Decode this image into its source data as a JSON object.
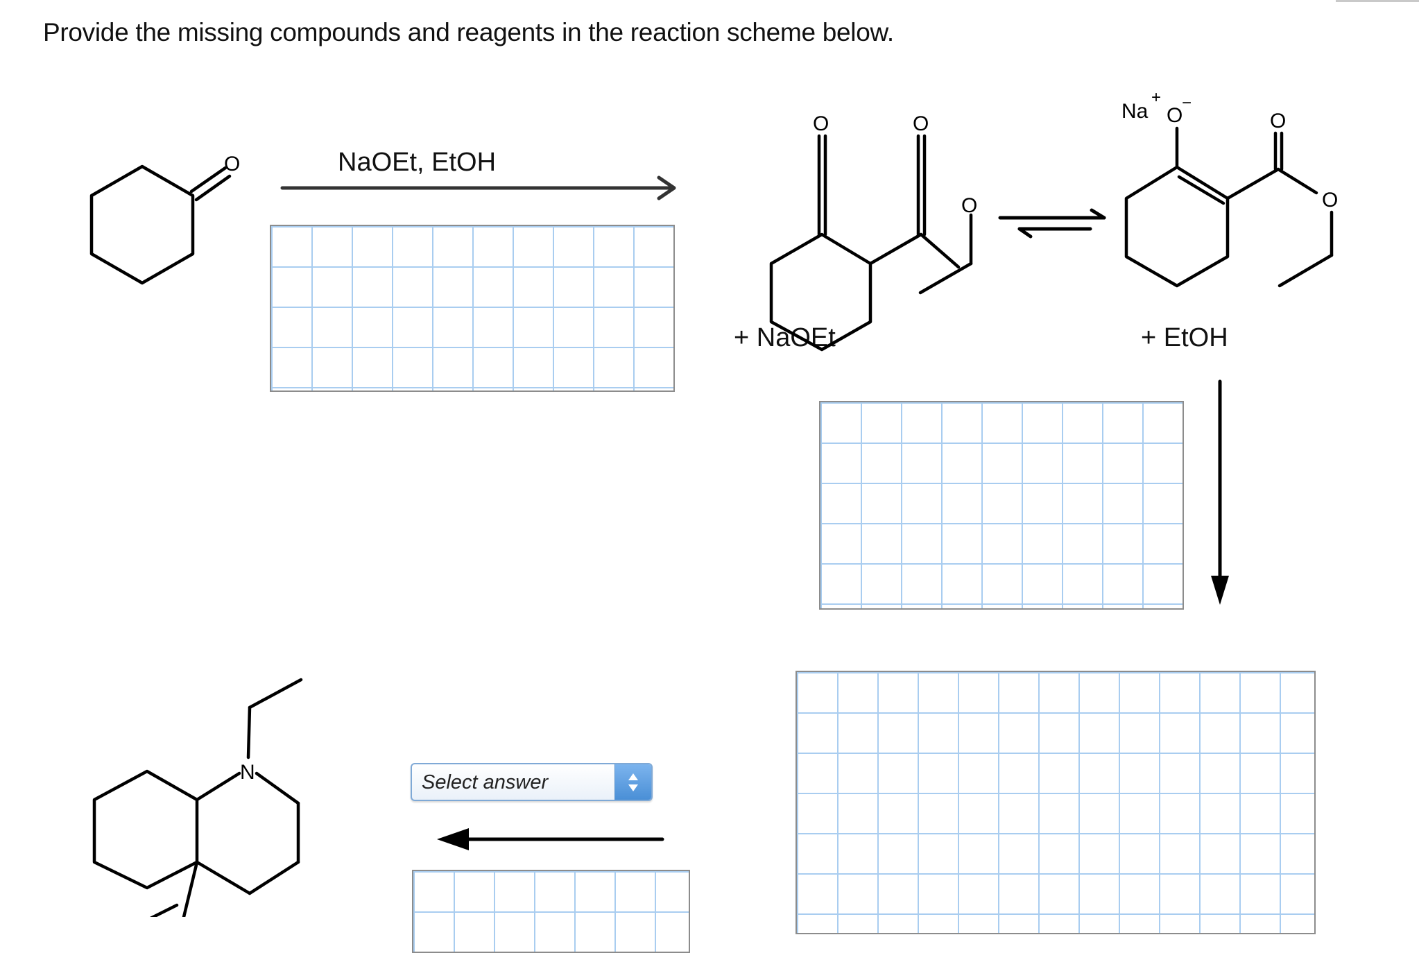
{
  "question": {
    "prompt": "Provide the missing compounds and reagents in the reaction scheme below."
  },
  "scheme": {
    "step1": {
      "starting_material": "cyclohexanone",
      "reagent_label": "NaOEt, EtOH",
      "arrow": "right-arrow"
    },
    "intermediate": {
      "keto_ester": "ethyl 2-oxocyclohexanecarboxylate",
      "keto_ester_coproduct": "+ NaOEt",
      "enolate": "sodium enolate of ethyl 2-oxocyclohexanecarboxylate",
      "enolate_coproduct": "+ EtOH",
      "arrow": "equilibrium-arrows"
    },
    "atoms": {
      "oxygen": "O",
      "nitrogen": "N",
      "sodium": "Na",
      "plus": "+",
      "minus": "−"
    },
    "final_product": "N-ethyl decahydroquinoline with 4a-substituent",
    "answer_select": {
      "placeholder": "Select answer"
    },
    "answer_boxes": [
      {
        "id": "box-reagent-step1",
        "columns": 10,
        "rows": 4
      },
      {
        "id": "box-reagent-step3",
        "columns": 9,
        "rows": 5
      },
      {
        "id": "box-compound-step3",
        "columns": 13,
        "rows": 6
      },
      {
        "id": "box-reagent-step4",
        "columns": 7,
        "rows": 2
      }
    ]
  }
}
